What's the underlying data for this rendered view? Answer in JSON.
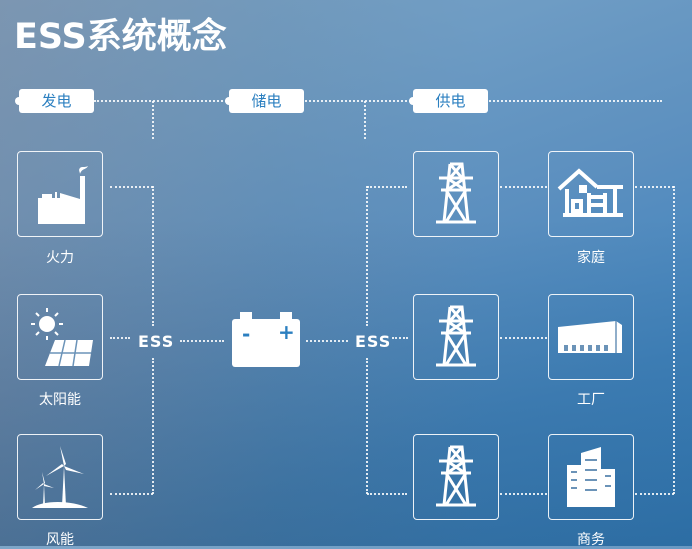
{
  "title": "ESS系统概念",
  "tags": {
    "generate": "发电",
    "store": "储电",
    "supply": "供电"
  },
  "sources": [
    {
      "label": "火力",
      "icon": "factory-icon"
    },
    {
      "label": "太阳能",
      "icon": "solar-icon"
    },
    {
      "label": "风能",
      "icon": "wind-turbine-icon"
    }
  ],
  "consumers": [
    {
      "label": "家庭",
      "icon": "house-icon"
    },
    {
      "label": "工厂",
      "icon": "factory-building-icon"
    },
    {
      "label": "商务",
      "icon": "office-building-icon"
    }
  ],
  "ess_left": "ESS",
  "ess_right": "ESS",
  "battery": {
    "minus": "-",
    "plus": "+"
  }
}
